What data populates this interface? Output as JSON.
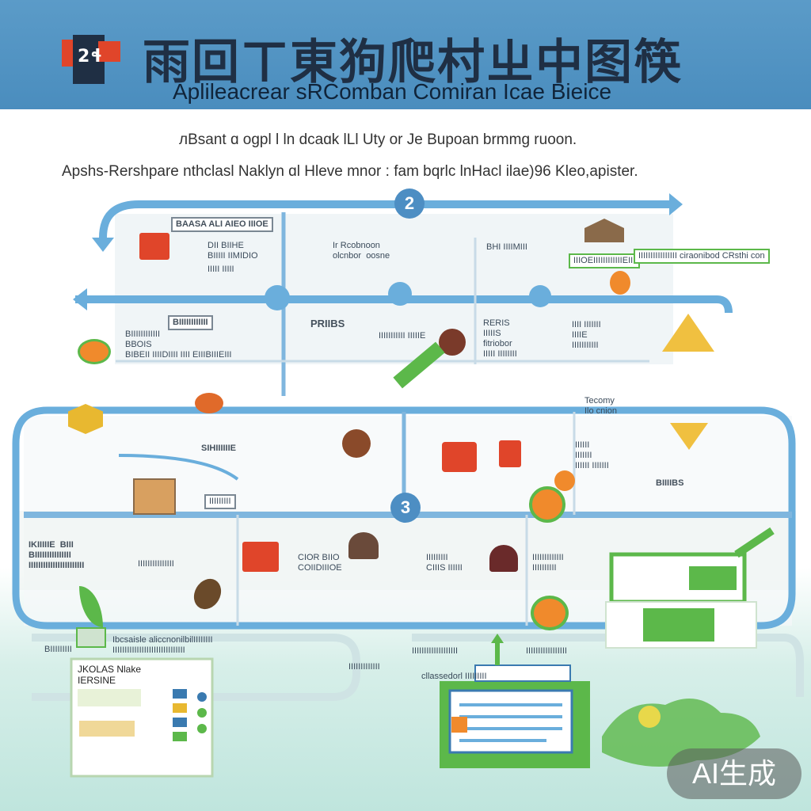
{
  "header": {
    "title": "雨回ㄒ東狗爬村ㄓ中图筷",
    "subtitle": "Aplileacrear sRComban Comiran Icae Bieice"
  },
  "description": {
    "line1": "лBsant ɑ ogpl l ln dcaɑk lLl Uty  or  Je  Bupoan brmmg ruoon.",
    "line2": "Apshs-Rershpare nthclasl Naklyn ɑl  Hleve  mnor :  fam bqrlc lnHacl ilae)96 Kleo,apister."
  },
  "steps": [
    "2",
    "3"
  ],
  "labels": {
    "top_row": [
      {
        "text": "BAASA ALI AIEO IIIOE"
      },
      {
        "text": "DII BIIHE\nBIIIII IIMIDIO"
      },
      {
        "text": "IIIII IIIII"
      },
      {
        "text": "Ir Rcobnoon\nolcnbor  oosne"
      },
      {
        "text": "BHI IIIIMIII"
      },
      {
        "text": "IIIOEIIIIIIIIIIIIEIII"
      },
      {
        "text": "IIIIIIIIIIIIIIII ciraonibod CRsthi con"
      }
    ],
    "second_row": [
      {
        "text": "BIIIIIIIIIIII"
      },
      {
        "text": "BIIIIIIIIIIII\nBBOIS\nBIBEII IIIIDIIII IIII EIIIBIIIEIII"
      },
      {
        "text": "PRIIBS"
      },
      {
        "text": "IIIIIIIIIII IIIIIE"
      },
      {
        "text": "RERIS\nIIIIIS\nfitriobor\nIIIII IIIIIIII"
      },
      {
        "text": "IIII IIIIIII\nIIIIE\nIIIIIIIIIII"
      }
    ],
    "middle_row": [
      {
        "text": "Tecomy\nIlo cnion"
      },
      {
        "text": "SIHIIIIIIE"
      },
      {
        "text": "IIIIIIIII"
      },
      {
        "text": "IIIIII\nIIIIIII\nIIIIII IIIIIII"
      },
      {
        "text": "BIIIIBS"
      }
    ],
    "lower_row": [
      {
        "text": "IKIIIIIE  BIII\nBIIIIIIIIIIIIIII\nIIIIIIIIIIIIIIIIIIIIIII"
      },
      {
        "text": "IIIIIIIIIIIIIII"
      },
      {
        "text": "CIOR BIIO\nCOIIDIIIOE"
      },
      {
        "text": "IIIIIIIII\nCIIIS IIIIII"
      },
      {
        "text": "IIIIIIIIIIIII\nIIIIIIIIII"
      }
    ],
    "bottom_row": [
      {
        "text": "BIIIIIIIII"
      },
      {
        "text": "Ibcsaisle aliccnonilbilIIIIIIII\nIIIIIIIIIIIIIIIIIIIIIIIIIIIIII"
      },
      {
        "text": "IIIIIIIIIIIII"
      },
      {
        "text": "IIIIIIIIIIIIIIIIIII"
      },
      {
        "text": "IIIIIIIIIIIIIIIII"
      },
      {
        "text": "cllassedorl IIIIIIIII"
      }
    ]
  },
  "panel": {
    "heading": "JKOLAS Nlake\nIERSINE"
  },
  "watermark": "AI生成",
  "colors": {
    "header": "#4a8dbe",
    "flow": "#6aaedc",
    "accent_red": "#e0452a",
    "accent_green": "#5cb84a",
    "accent_orange": "#f08a2c",
    "title": "#1f2f44"
  }
}
